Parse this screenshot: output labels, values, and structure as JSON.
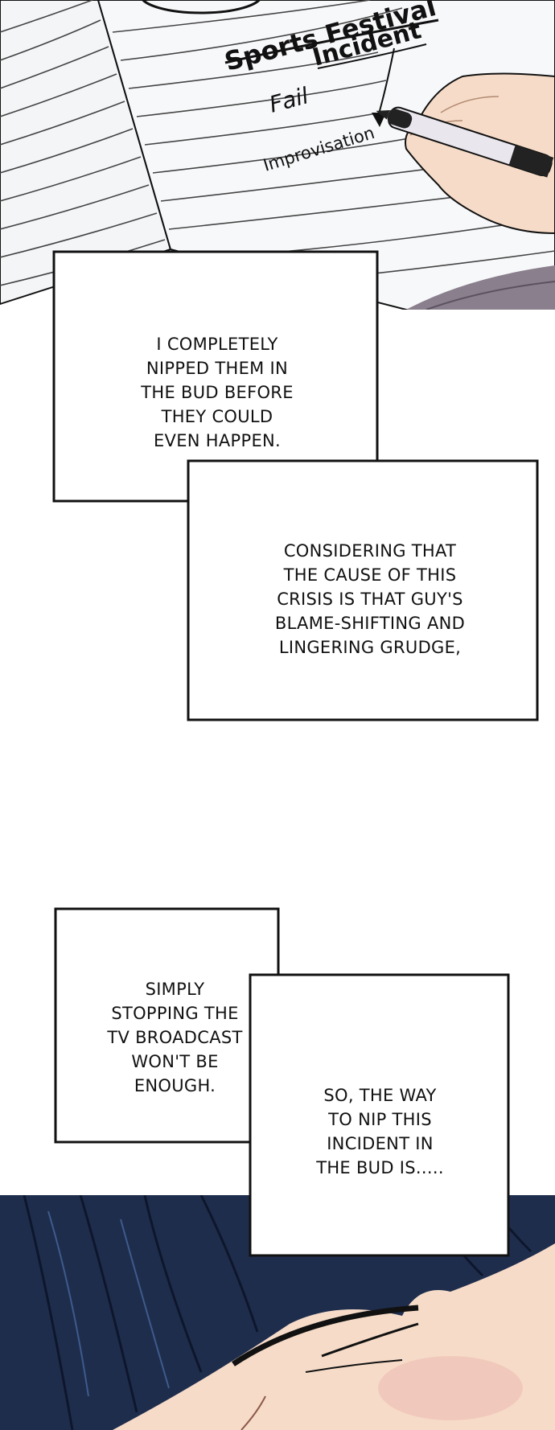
{
  "notebook": {
    "title_line1": "Sports Festival",
    "title_line2": "Incident",
    "status": "Fail",
    "note": "Improvisation"
  },
  "captions": [
    {
      "id": "c1",
      "text": "I COMPLETELY\nNIPPED THEM IN\nTHE BUD BEFORE\nTHEY COULD\nEVEN HAPPEN."
    },
    {
      "id": "c2",
      "text": "CONSIDERING THAT\nTHE CAUSE OF THIS\nCRISIS IS THAT GUY'S\nBLAME-SHIFTING AND\nLINGERING GRUDGE,"
    },
    {
      "id": "c3",
      "text": "SIMPLY\nSTOPPING THE\nTV BROADCAST\nWON'T BE\nENOUGH."
    },
    {
      "id": "c4",
      "text": "SO, THE WAY\nTO NIP THIS\nINCIDENT IN\nTHE BUD IS....."
    }
  ],
  "colors": {
    "paper": "#f4f5f7",
    "ink": "#111111",
    "skin": "#f6dcc8",
    "hair": "#1f2d4d",
    "pen_body": "#eae6ee"
  }
}
